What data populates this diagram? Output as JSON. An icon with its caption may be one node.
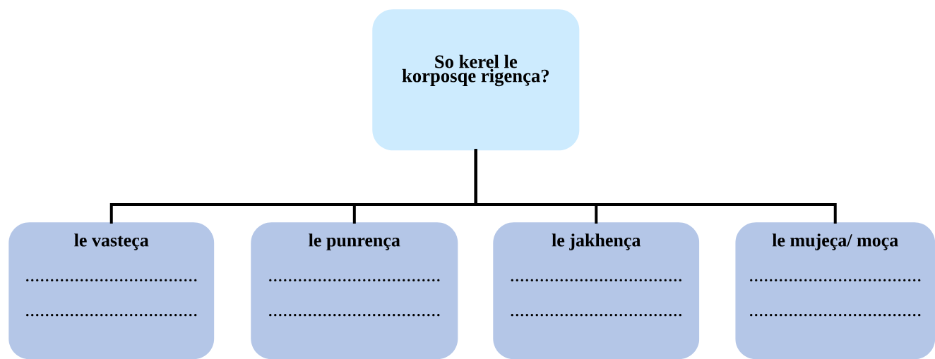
{
  "diagram": {
    "nodes": [
      {
        "text": [
          "So kerel le korposqe rigença?"
        ]
      },
      {
        "text": [
          "le vasteça",
          "...................................",
          "..................................."
        ]
      },
      {
        "text": [
          "le punrença",
          "...................................",
          "..................................."
        ]
      },
      {
        "text": [
          "le jakhença",
          "...................................",
          "..................................."
        ]
      },
      {
        "text": [
          "le mujeça/ moça",
          "...................................",
          "..................................."
        ]
      }
    ],
    "edges": [
      {
        "from": 0,
        "to": 1,
        "arrow": "none"
      },
      {
        "from": 0,
        "to": 2,
        "arrow": "none"
      },
      {
        "from": 0,
        "to": 3,
        "arrow": "none"
      },
      {
        "from": 0,
        "to": 4,
        "arrow": "none"
      }
    ]
  }
}
